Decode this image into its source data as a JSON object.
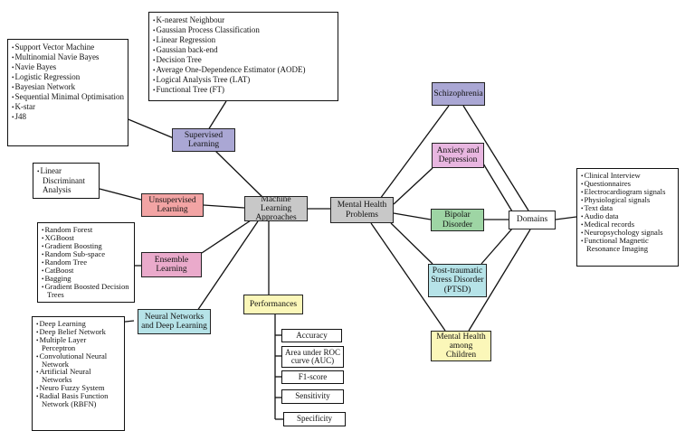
{
  "center": {
    "ml": "Machine Learning Approaches",
    "mh": "Mental Health Problems",
    "domains": "Domains"
  },
  "categories": {
    "supervised": "Supervised Learning",
    "unsupervised": "Unsupervised Learning",
    "ensemble": "Ensemble Learning",
    "neural": "Neural Networks and Deep Learning",
    "performances": "Performances"
  },
  "lists": {
    "svm_group": [
      "Support Vector Machine",
      "Multinomial Navie Bayes",
      "Navie Bayes",
      "Logistic Regression",
      "Bayesian Network",
      "Sequential Minimal Optimisation",
      "K-star",
      "J48"
    ],
    "knn_group": [
      "K-nearest Neighbour",
      "Gaussian Process Classification",
      "Linear Regression",
      "Gaussian back-end",
      "Decision Tree",
      "Average One-Dependence Estimator (AODE)",
      "Logical Analysis Tree (LAT)",
      "Functional Tree (FT)"
    ],
    "unsupervised": [
      "Linear Discriminant Analysis"
    ],
    "ensemble": [
      "Random Forest",
      "XGBoost",
      "Gradient Boosting",
      "Random Sub-space",
      "Random Tree",
      "CatBoost",
      "Bagging",
      "Gradient Boosted Decision Trees"
    ],
    "neural": [
      "Deep Learning",
      "Deep Belief Network",
      "Multiple Layer Perceptron",
      "Convolutional Neural Network",
      "Artificial Neural Networks",
      "Neuro Fuzzy System",
      "Radial Basis Function Network (RBFN)"
    ],
    "domains": [
      "Clinical Interview",
      "Questionnaires",
      "Electrocardiogram signals",
      "Physiological signals",
      "Text data",
      "Audio data",
      "Medical records",
      "Neuropsychology signals",
      "Functional Magnetic Resonance Imaging"
    ]
  },
  "metrics": [
    "Accuracy",
    "Area under ROC curve (AUC)",
    "F1-score",
    "Sensitivity",
    "Specificity"
  ],
  "problems": {
    "schizophrenia": "Schizophrenia",
    "anxiety": "Anxiety and Depression",
    "bipolar": "Bipolar Disorder",
    "ptsd": "Post-traumatic Stress Disorder (PTSD)",
    "children": "Mental Health among Children"
  }
}
